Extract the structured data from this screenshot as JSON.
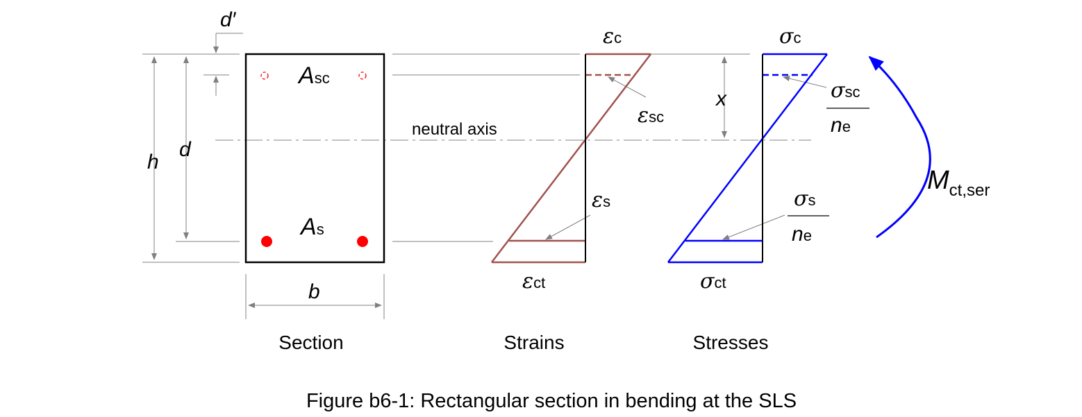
{
  "caption": "Figure b6-1: Rectangular section in bending at the SLS",
  "panel_labels": {
    "section": "Section",
    "strains": "Strains",
    "stresses": "Stresses"
  },
  "neutral_axis_label": "neutral axis",
  "section_labels": {
    "d_prime": "d′",
    "h": "h",
    "d": "d",
    "b": "b",
    "A": "A",
    "sc": "sc",
    "s": "s"
  },
  "strain_labels": {
    "epsilon": "ε",
    "c": "c",
    "sc": "sc",
    "s": "s",
    "ct": "ct"
  },
  "stress_labels": {
    "sigma": "σ",
    "c": "c",
    "sc": "sc",
    "s": "s",
    "ct": "ct",
    "x": "x",
    "n": "n",
    "e": "e"
  },
  "moment_label": {
    "M": "M",
    "sub": "ct,ser"
  },
  "colors": {
    "section_outline": "#000000",
    "compression_bar": "#ff0000",
    "tension_bar": "#ff0000",
    "strain_diagram": "#a0524d",
    "stress_diagram": "#0000ff",
    "moment_arrow": "#0000ff",
    "dimension_lines": "#808080"
  }
}
